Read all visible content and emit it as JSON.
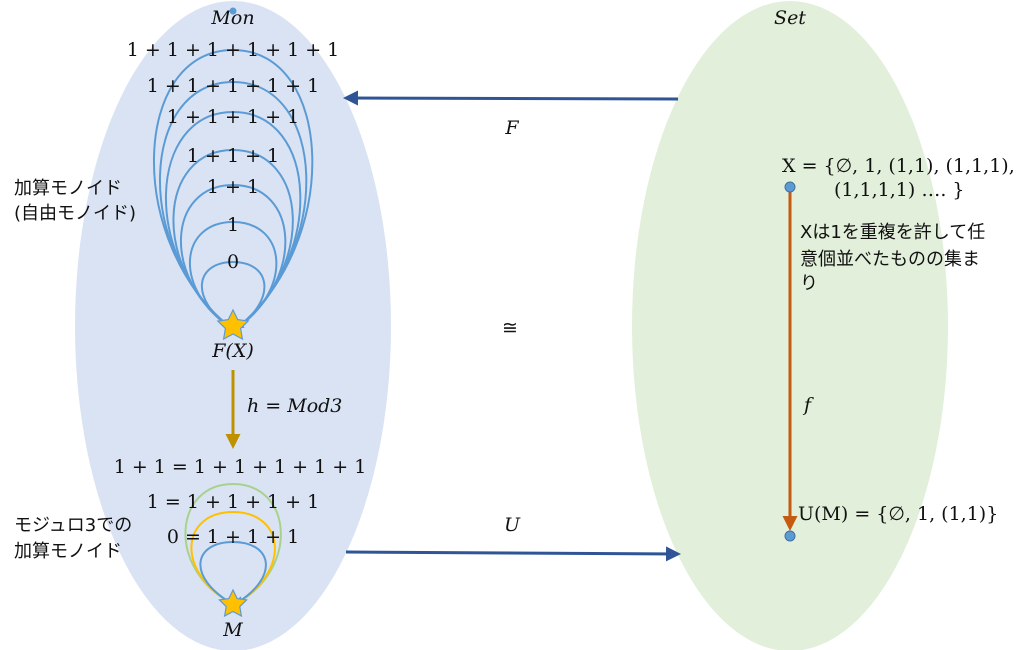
{
  "colors": {
    "mon_fill": "#dae3f3",
    "set_fill": "#e2efda",
    "loop_blue": "#5b9bd5",
    "arrow_blue": "#2f5597",
    "arrow_gold": "#bf9000",
    "arrow_orange": "#c55a11",
    "star_fill": "#ffc000",
    "mod_green": "#a9d18e",
    "mod_yellow": "#ffc000",
    "point_blue": "#5b9bd5"
  },
  "categories": {
    "mon": "Mon",
    "set": "Set"
  },
  "mon": {
    "free_title": [
      "加算モノイド",
      "(自由モノイド)"
    ],
    "free_object": "F(X)",
    "loop_labels": [
      "1 + 1 + 1 + 1 + 1 + 1",
      "1 + 1 + 1 + 1 + 1",
      "1 + 1 + 1 + 1",
      "1 + 1 + 1",
      "1 + 1",
      "1",
      "0"
    ],
    "hom_label": "h = Mod3",
    "mod_title": [
      "モジュロ3での",
      "加算モノイド"
    ],
    "mod_object": "M",
    "mod_labels": [
      "1 + 1 = 1 + 1 + 1 + 1 + 1",
      "1 = 1 + 1 + 1 + 1",
      "0 = 1 + 1 + 1"
    ]
  },
  "functors": {
    "free": "F",
    "forgetful": "U",
    "iso": "≅"
  },
  "set": {
    "x_def": [
      "X = {∅, 1, (1,1), (1,1,1),",
      "(1,1,1,1) …. }"
    ],
    "x_desc": [
      "Xは1を重複を許して任",
      "意個並べたものの集ま",
      "り"
    ],
    "f_label": "f",
    "um_def": "U(M) = {∅, 1, (1,1)}"
  }
}
